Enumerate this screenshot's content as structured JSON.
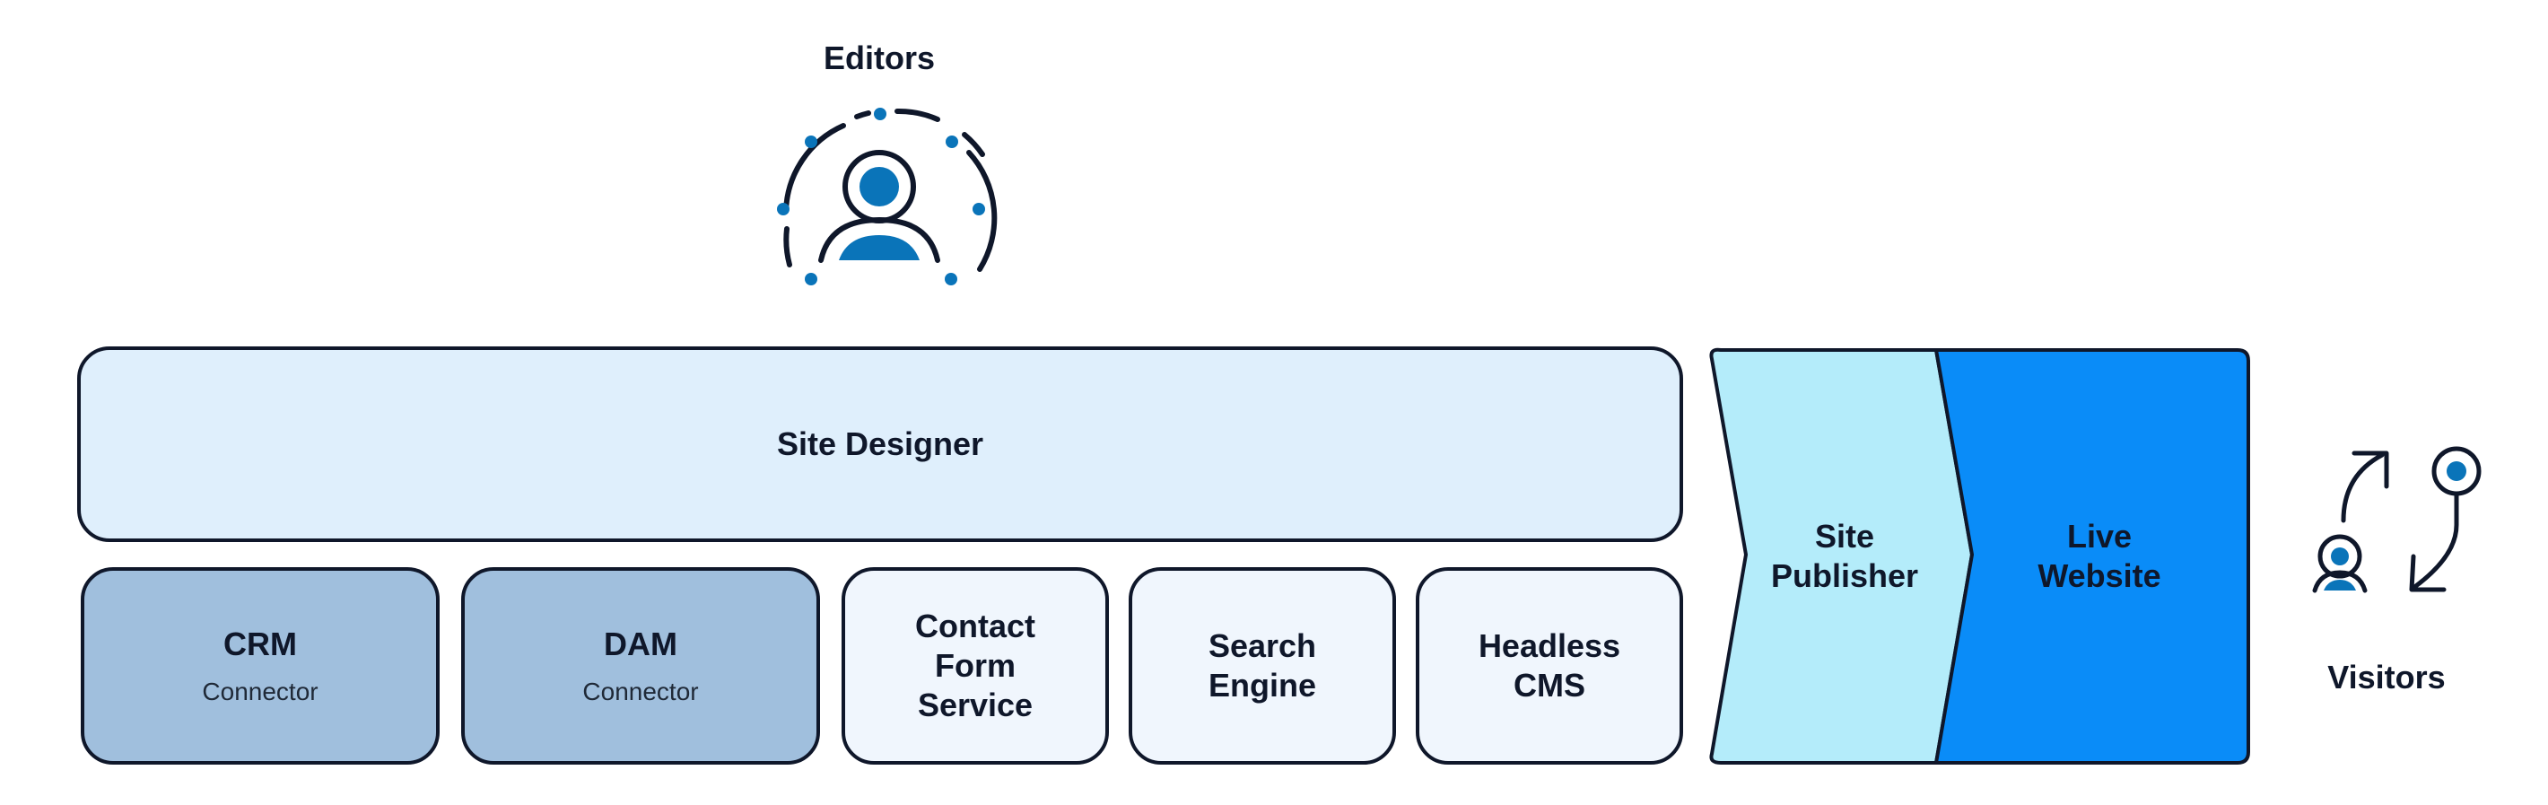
{
  "editors": {
    "label": "Editors",
    "icon": "editor-user-icon"
  },
  "site_designer": {
    "label": "Site Designer"
  },
  "modules": [
    {
      "title": "CRM",
      "sub": "Connector"
    },
    {
      "title": "DAM",
      "sub": "Connector"
    },
    {
      "title": "Contact\nForm\nService"
    },
    {
      "title": "Search\nEngine"
    },
    {
      "title": "Headless\nCMS"
    }
  ],
  "publisher": {
    "label": "Site\nPublisher"
  },
  "live": {
    "label": "Live\nWebsite"
  },
  "visitors": {
    "label": "Visitors",
    "icon": "visitor-flow-icon"
  },
  "colors": {
    "outline": "#0f172a",
    "accent_blue": "#0a74b9",
    "designer_fill": "#dfeffc",
    "connector_fill": "#a0bfdd",
    "service_fill": "#f0f6fd",
    "publisher_fill": "#b4ecfa",
    "live_fill": "#0a8cf8"
  }
}
